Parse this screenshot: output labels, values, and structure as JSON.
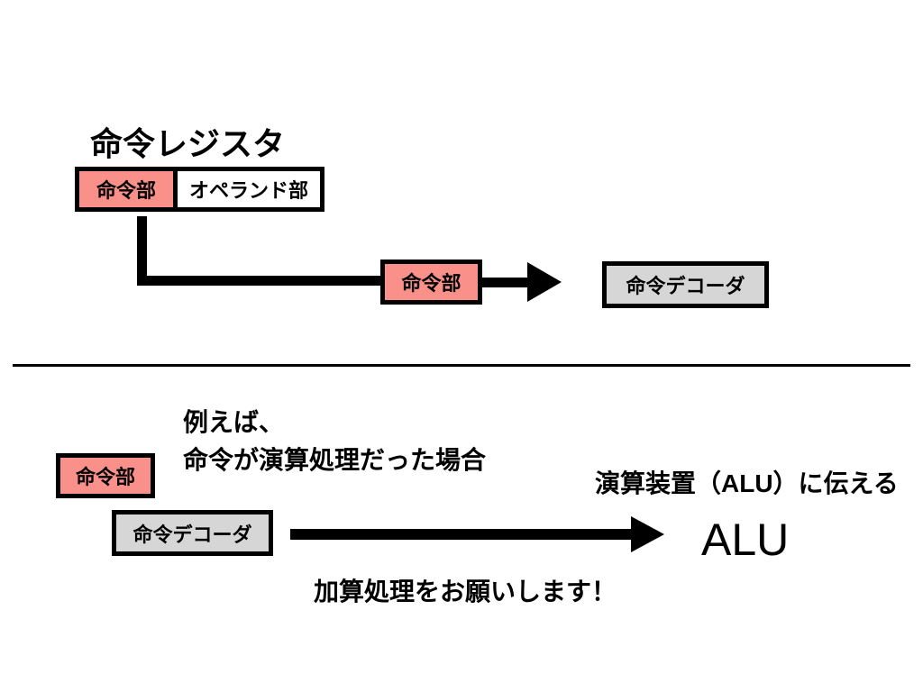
{
  "colors": {
    "highlight-pink": "#F9908A",
    "box-gray": "#D6D6D6",
    "line-black": "#000000",
    "background": "#FFFFFF"
  },
  "top_section": {
    "title": "命令レジスタ",
    "register": {
      "instruction_cell": "命令部",
      "operand_cell": "オペランド部"
    },
    "extracted_instruction": "命令部",
    "decoder": "命令デコーダ"
  },
  "bottom_section": {
    "example_line1": "例えば、",
    "example_line2": "命令が演算処理だった場合",
    "instruction_box": "命令部",
    "decoder_box": "命令デコーダ",
    "alu_note": "演算装置（ALU）に伝える",
    "alu_label": "ALU",
    "request_text": "加算処理をお願いします！"
  }
}
